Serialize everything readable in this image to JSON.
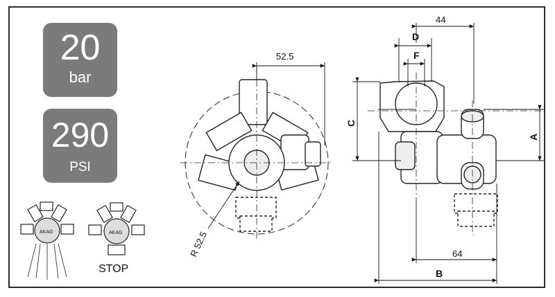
{
  "badges": {
    "pressure_bar": {
      "value": "20",
      "unit": "bar"
    },
    "pressure_psi": {
      "value": "290",
      "unit": "PSI"
    }
  },
  "icons": {
    "spray_logo": "AKAG",
    "stop_logo": "AKAG",
    "stop_label": "STOP"
  },
  "dimensions": {
    "front_width": "52.5",
    "radius": "R 52.5",
    "side_44": "44",
    "side_D": "D",
    "side_F": "F",
    "side_C": "C",
    "side_A": "A",
    "side_64": "64",
    "side_B": "B"
  },
  "colors": {
    "badge": "#7b7b7b",
    "line": "#2a2a2a",
    "light_fill": "#e6e6e6"
  }
}
